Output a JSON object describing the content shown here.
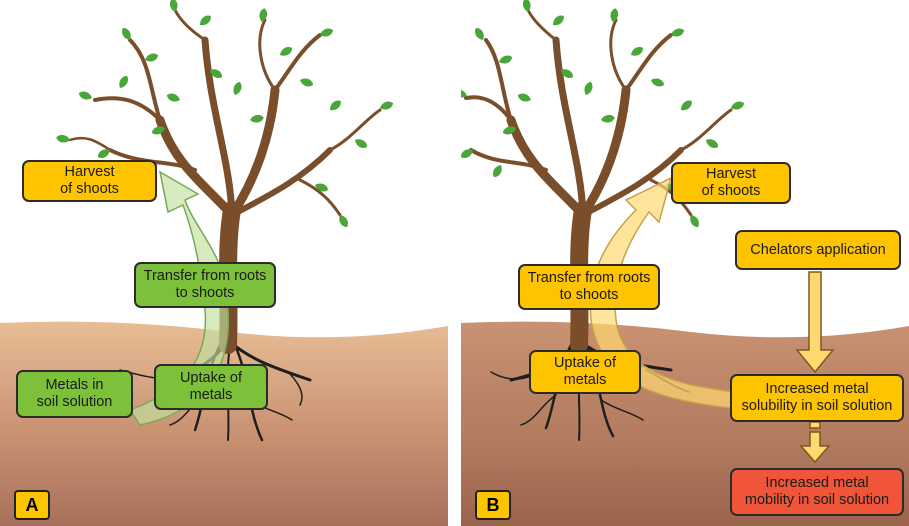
{
  "panel_a": {
    "badge": "A",
    "harvest": "Harvest\nof shoots",
    "transfer": "Transfer from roots\nto shoots",
    "metals": "Metals in\nsoil solution",
    "uptake": "Uptake of\nmetals"
  },
  "panel_b": {
    "badge": "B",
    "harvest": "Harvest\nof shoots",
    "chelators": "Chelators application",
    "transfer": "Transfer from roots\nto shoots",
    "uptake": "Uptake of\nmetals",
    "solubility": "Increased metal\nsolubility in soil solution",
    "mobility": "Increased metal\nmobility in soil solution"
  },
  "colors": {
    "yellow_box": "#ffc400",
    "green_box": "#7dc13a",
    "red_box": "#f0553a",
    "leaf": "#4aa63a",
    "trunk": "#7a4e2a",
    "soil": "#c48c64"
  }
}
